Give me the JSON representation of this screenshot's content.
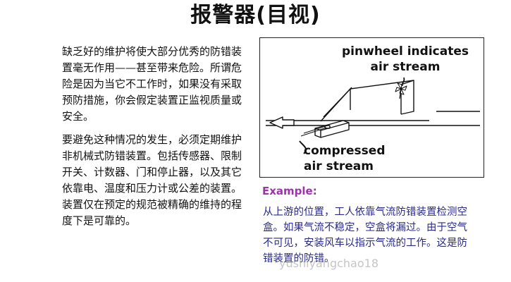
{
  "title": "报警器(目视)",
  "left_text": {
    "para1": "缺乏好的维护将使大部分优秀的防错装置毫无作用——甚至带来危险。所谓危险是因为当它不工作时，如果没有采取预防措施，你会假定装置正监视质量或安全。",
    "para2": "要避免这种情况的发生，必须定期维护非机械式防错装置。包括传感器、限制开关、计数器、门和停止器，以及其它依靠电、温度和压力计或公差的装置。装置仅在预定的规范被精确的维持的程度下是可靠的。"
  },
  "diagram": {
    "callout_top_line1": "pinwheel indicates",
    "callout_top_line2": "air stream",
    "callout_bottom_line1": "compressed",
    "callout_bottom_line2": "air stream",
    "line_color": "#111111"
  },
  "example": {
    "label": "Example:",
    "label_color": "#a030b0",
    "text": "从上游的位置，工人依靠气流防错装置检测空盒。如果气流不稳定，空盒将漏过。由于空气不可见，安装风车以指示气流的工作。这是防错装置的防错。",
    "text_color": "#2a2a8a"
  },
  "watermark": "yushiyangchao18"
}
